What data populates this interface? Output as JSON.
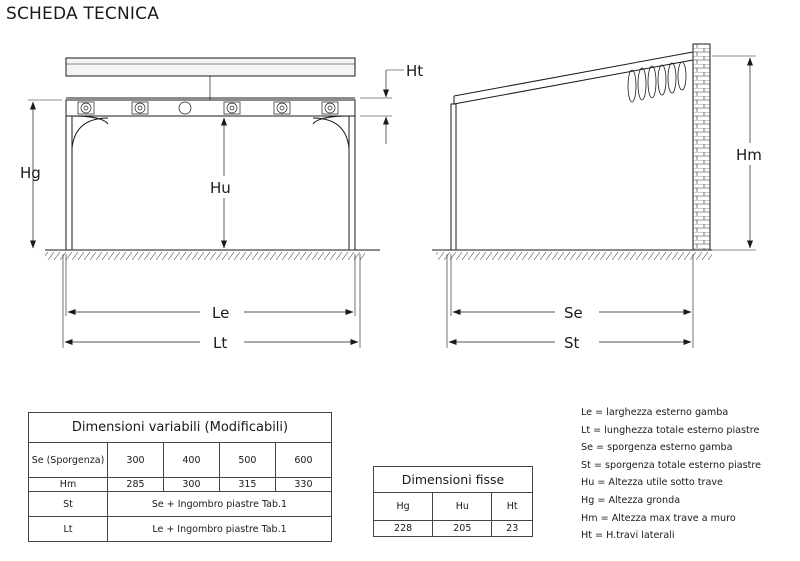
{
  "page": {
    "title": "SCHEDA TECNICA"
  },
  "dimension_labels": {
    "ht": "Ht",
    "hg": "Hg",
    "hu": "Hu",
    "le": "Le",
    "lt": "Lt",
    "hm": "Hm",
    "se": "Se",
    "st": "St"
  },
  "variable_table": {
    "title": "Dimensioni variabili (Modificabili)",
    "rows": [
      {
        "label": "Se (Sporgenza)",
        "values": [
          "300",
          "400",
          "500",
          "600"
        ]
      },
      {
        "label": "Hm",
        "values": [
          "285",
          "300",
          "315",
          "330"
        ]
      },
      {
        "label": "St",
        "value": "Se + Ingombro piastre Tab.1"
      },
      {
        "label": "Lt",
        "value": "Le + Ingombro piastre Tab.1"
      }
    ]
  },
  "fixed_table": {
    "title": "Dimensioni fisse",
    "headers": [
      "Hg",
      "Hu",
      "Ht"
    ],
    "values": [
      "228",
      "205",
      "23"
    ]
  },
  "legend": [
    "Le = larghezza esterno gamba",
    "Lt = lunghezza totale esterno piastre",
    "Se = sporgenza esterno gamba",
    "St = sporgenza totale esterno piastre",
    "Hu = Altezza utile sotto trave",
    "Hg = Altezza gronda",
    "Hm = Altezza max trave a muro",
    "Ht = H.travi laterali"
  ]
}
